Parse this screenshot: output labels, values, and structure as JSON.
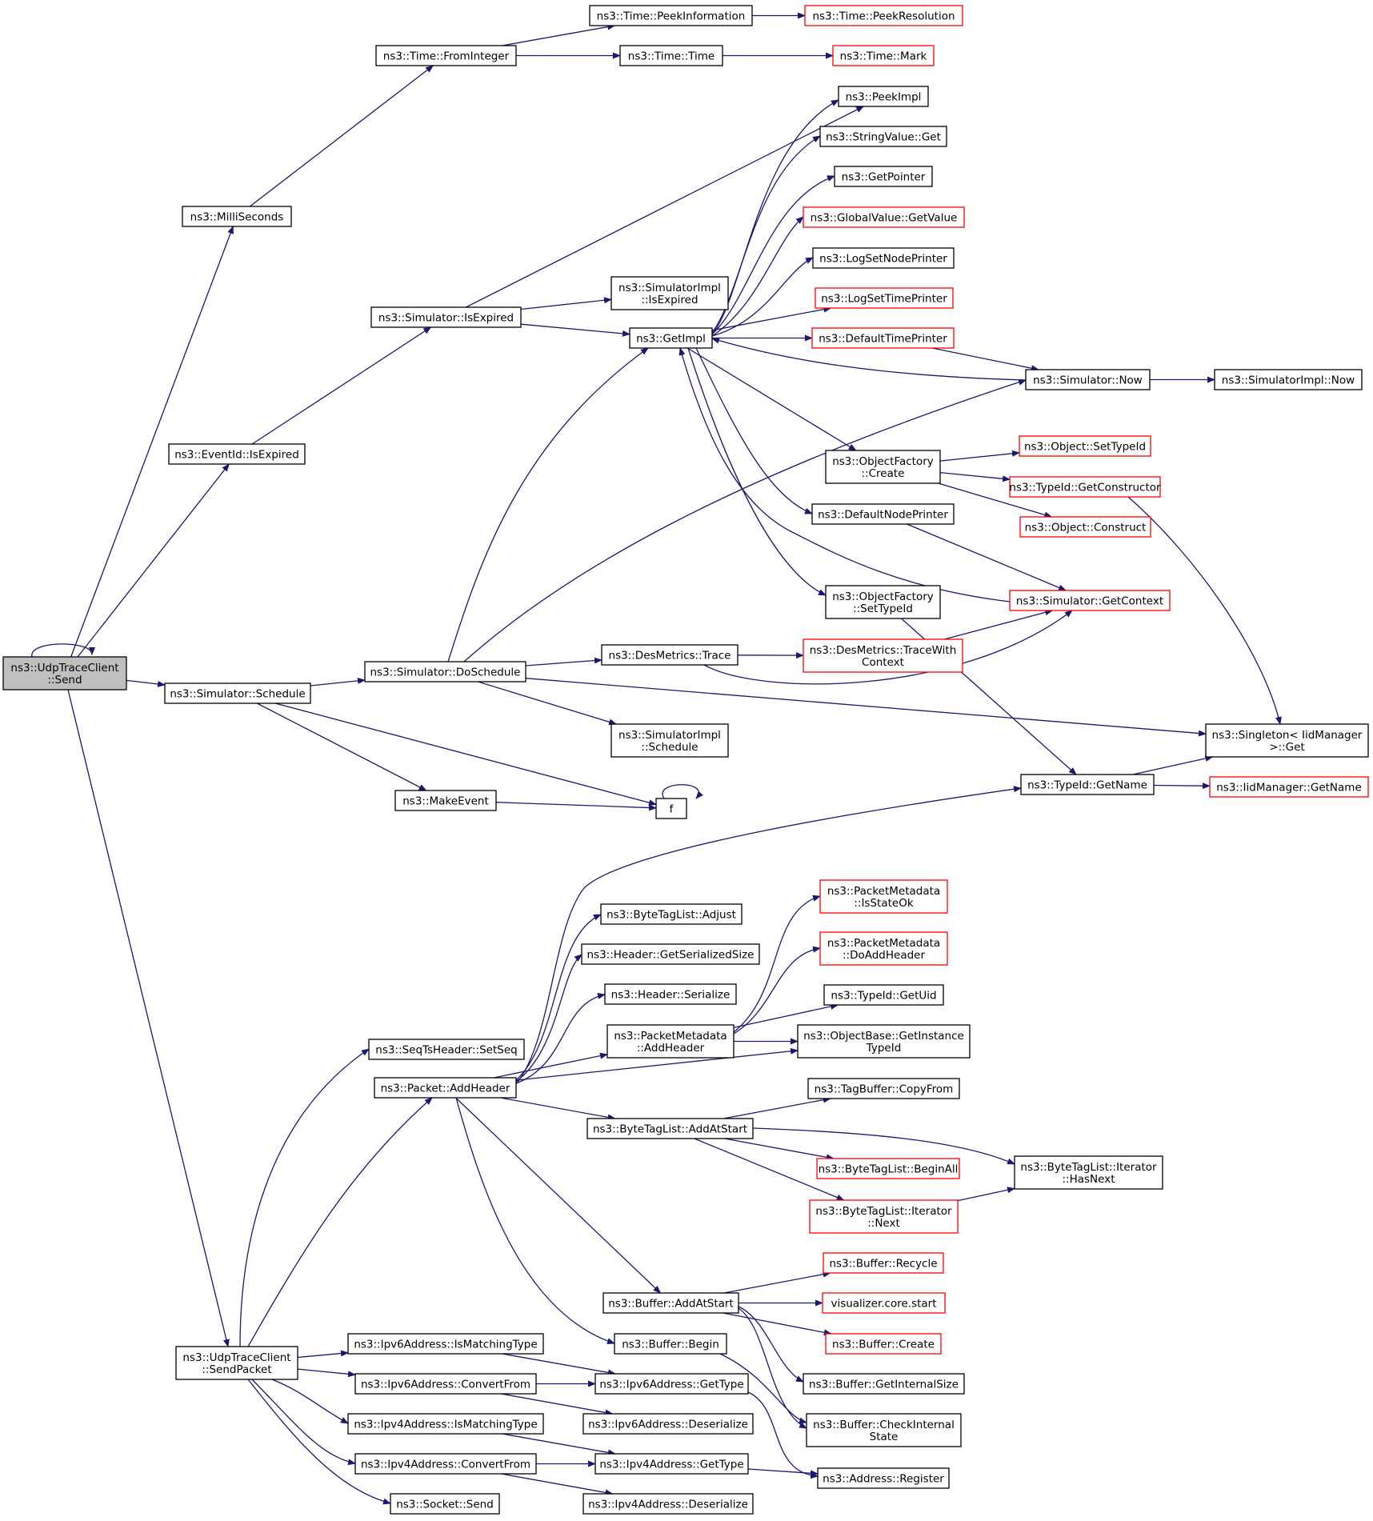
{
  "colors": {
    "edge": "#191970",
    "border_ok": "#000000",
    "border_truncated": "#ff0000",
    "root_fill": "#bfbfbf"
  },
  "nodes": {
    "send": {
      "label": [
        "ns3::UdpTraceClient",
        "::Send"
      ],
      "style": "root"
    },
    "milli": {
      "label": [
        "ns3::MilliSeconds"
      ]
    },
    "eid": {
      "label": [
        "ns3::EventId::IsExpired"
      ]
    },
    "sched": {
      "label": [
        "ns3::Simulator::Schedule"
      ]
    },
    "sendpkt": {
      "label": [
        "ns3::UdpTraceClient",
        "::SendPacket"
      ]
    },
    "fromint": {
      "label": [
        "ns3::Time::FromInteger"
      ]
    },
    "peekinfo": {
      "label": [
        "ns3::Time::PeekInformation"
      ]
    },
    "peekres": {
      "label": [
        "ns3::Time::PeekResolution"
      ],
      "style": "red"
    },
    "timetime": {
      "label": [
        "ns3::Time::Time"
      ]
    },
    "timemark": {
      "label": [
        "ns3::Time::Mark"
      ],
      "style": "red"
    },
    "simexp": {
      "label": [
        "ns3::Simulator::IsExpired"
      ]
    },
    "peekimpl": {
      "label": [
        "ns3::PeekImpl"
      ]
    },
    "siexp": {
      "label": [
        "ns3::SimulatorImpl",
        "::IsExpired"
      ]
    },
    "getimpl": {
      "label": [
        "ns3::GetImpl"
      ]
    },
    "strget": {
      "label": [
        "ns3::StringValue::Get"
      ]
    },
    "getptr": {
      "label": [
        "ns3::GetPointer"
      ]
    },
    "gvget": {
      "label": [
        "ns3::GlobalValue::GetValue"
      ],
      "style": "red"
    },
    "lognode": {
      "label": [
        "ns3::LogSetNodePrinter"
      ]
    },
    "logtime": {
      "label": [
        "ns3::LogSetTimePrinter"
      ],
      "style": "red"
    },
    "deftime": {
      "label": [
        "ns3::DefaultTimePrinter"
      ],
      "style": "red"
    },
    "simnow": {
      "label": [
        "ns3::Simulator::Now"
      ]
    },
    "sinow": {
      "label": [
        "ns3::SimulatorImpl::Now"
      ]
    },
    "ofcreate": {
      "label": [
        "ns3::ObjectFactory",
        "::Create"
      ]
    },
    "objset": {
      "label": [
        "ns3::Object::SetTypeId"
      ],
      "style": "red"
    },
    "getctor": {
      "label": [
        "ns3::TypeId::GetConstructor"
      ],
      "style": "red"
    },
    "objcon": {
      "label": [
        "ns3::Object::Construct"
      ],
      "style": "red"
    },
    "defnode": {
      "label": [
        "ns3::DefaultNodePrinter"
      ]
    },
    "simctx": {
      "label": [
        "ns3::Simulator::GetContext"
      ],
      "style": "red"
    },
    "ofset": {
      "label": [
        "ns3::ObjectFactory",
        "::SetTypeId"
      ]
    },
    "dosched": {
      "label": [
        "ns3::Simulator::DoSchedule"
      ]
    },
    "dmtrace": {
      "label": [
        "ns3::DesMetrics::Trace"
      ]
    },
    "dmctx": {
      "label": [
        "ns3::DesMetrics::TraceWith",
        "Context"
      ],
      "style": "red"
    },
    "sisched": {
      "label": [
        "ns3::SimulatorImpl",
        "::Schedule"
      ]
    },
    "singleton": {
      "label": [
        "ns3::Singleton< IidManager",
        ">::Get"
      ]
    },
    "mkevent": {
      "label": [
        "ns3::MakeEvent"
      ]
    },
    "f": {
      "label": [
        "f"
      ]
    },
    "tidname": {
      "label": [
        "ns3::TypeId::GetName"
      ]
    },
    "iidname": {
      "label": [
        "ns3::IidManager::GetName"
      ],
      "style": "red"
    },
    "btadj": {
      "label": [
        "ns3::ByteTagList::Adjust"
      ]
    },
    "hgss": {
      "label": [
        "ns3::Header::GetSerializedSize"
      ]
    },
    "hser": {
      "label": [
        "ns3::Header::Serialize"
      ]
    },
    "pmok": {
      "label": [
        "ns3::PacketMetadata",
        "::IsStateOk"
      ],
      "style": "red"
    },
    "pmdoadd": {
      "label": [
        "ns3::PacketMetadata",
        "::DoAddHeader"
      ],
      "style": "red"
    },
    "tiduid": {
      "label": [
        "ns3::TypeId::GetUid"
      ]
    },
    "pmadd": {
      "label": [
        "ns3::PacketMetadata",
        "::AddHeader"
      ]
    },
    "obinst": {
      "label": [
        "ns3::ObjectBase::GetInstance",
        "TypeId"
      ]
    },
    "seqset": {
      "label": [
        "ns3::SeqTsHeader::SetSeq"
      ]
    },
    "pktadd": {
      "label": [
        "ns3::Packet::AddHeader"
      ]
    },
    "tbcopy": {
      "label": [
        "ns3::TagBuffer::CopyFrom"
      ]
    },
    "btaas": {
      "label": [
        "ns3::ByteTagList::AddAtStart"
      ]
    },
    "btbegin": {
      "label": [
        "ns3::ByteTagList::BeginAll"
      ],
      "style": "red"
    },
    "btithas": {
      "label": [
        "ns3::ByteTagList::Iterator",
        "::HasNext"
      ]
    },
    "btitnext": {
      "label": [
        "ns3::ByteTagList::Iterator",
        "::Next"
      ],
      "style": "red"
    },
    "bufrec": {
      "label": [
        "ns3::Buffer::Recycle"
      ],
      "style": "red"
    },
    "bufaas": {
      "label": [
        "ns3::Buffer::AddAtStart"
      ]
    },
    "viz": {
      "label": [
        "visualizer.core.start"
      ],
      "style": "red"
    },
    "bufcreate": {
      "label": [
        "ns3::Buffer::Create"
      ],
      "style": "red"
    },
    "bufbegin": {
      "label": [
        "ns3::Buffer::Begin"
      ]
    },
    "bufint": {
      "label": [
        "ns3::Buffer::GetInternalSize"
      ]
    },
    "bufchk": {
      "label": [
        "ns3::Buffer::CheckInternal",
        "State"
      ]
    },
    "v6match": {
      "label": [
        "ns3::Ipv6Address::IsMatchingType"
      ]
    },
    "v6conv": {
      "label": [
        "ns3::Ipv6Address::ConvertFrom"
      ]
    },
    "v6type": {
      "label": [
        "ns3::Ipv6Address::GetType"
      ]
    },
    "v6deser": {
      "label": [
        "ns3::Ipv6Address::Deserialize"
      ]
    },
    "v4match": {
      "label": [
        "ns3::Ipv4Address::IsMatchingType"
      ]
    },
    "v4conv": {
      "label": [
        "ns3::Ipv4Address::ConvertFrom"
      ]
    },
    "v4type": {
      "label": [
        "ns3::Ipv4Address::GetType"
      ]
    },
    "addrreg": {
      "label": [
        "ns3::Address::Register"
      ]
    },
    "v4deser": {
      "label": [
        "ns3::Ipv4Address::Deserialize"
      ]
    },
    "sockets": {
      "label": [
        "ns3::Socket::Send"
      ]
    }
  },
  "edges": [
    [
      "send",
      "send"
    ],
    [
      "send",
      "milli"
    ],
    [
      "send",
      "eid"
    ],
    [
      "send",
      "sched"
    ],
    [
      "send",
      "sendpkt"
    ],
    [
      "milli",
      "fromint"
    ],
    [
      "fromint",
      "peekinfo"
    ],
    [
      "fromint",
      "timetime"
    ],
    [
      "peekinfo",
      "peekres"
    ],
    [
      "timetime",
      "timemark"
    ],
    [
      "eid",
      "simexp"
    ],
    [
      "simexp",
      "peekimpl"
    ],
    [
      "simexp",
      "siexp"
    ],
    [
      "simexp",
      "getimpl"
    ],
    [
      "getimpl",
      "peekimpl"
    ],
    [
      "getimpl",
      "strget"
    ],
    [
      "getimpl",
      "getptr"
    ],
    [
      "getimpl",
      "gvget"
    ],
    [
      "getimpl",
      "lognode"
    ],
    [
      "getimpl",
      "logtime"
    ],
    [
      "getimpl",
      "deftime"
    ],
    [
      "getimpl",
      "ofcreate"
    ],
    [
      "getimpl",
      "defnode"
    ],
    [
      "getimpl",
      "ofset"
    ],
    [
      "deftime",
      "simnow"
    ],
    [
      "simnow",
      "getimpl"
    ],
    [
      "simnow",
      "sinow"
    ],
    [
      "ofcreate",
      "objset"
    ],
    [
      "ofcreate",
      "getctor"
    ],
    [
      "ofcreate",
      "objcon"
    ],
    [
      "getctor",
      "singleton"
    ],
    [
      "defnode",
      "simctx"
    ],
    [
      "simctx",
      "getimpl"
    ],
    [
      "ofset",
      "tidname"
    ],
    [
      "sched",
      "dosched"
    ],
    [
      "sched",
      "mkevent"
    ],
    [
      "sched",
      "f"
    ],
    [
      "dosched",
      "getimpl"
    ],
    [
      "dosched",
      "simnow"
    ],
    [
      "dosched",
      "dmtrace"
    ],
    [
      "dosched",
      "sisched"
    ],
    [
      "dosched",
      "singleton"
    ],
    [
      "dmtrace",
      "dmctx"
    ],
    [
      "dmtrace",
      "simctx"
    ],
    [
      "dmctx",
      "simctx"
    ],
    [
      "mkevent",
      "f"
    ],
    [
      "f",
      "f"
    ],
    [
      "tidname",
      "singleton"
    ],
    [
      "tidname",
      "iidname"
    ],
    [
      "sendpkt",
      "seqset"
    ],
    [
      "sendpkt",
      "pktadd"
    ],
    [
      "sendpkt",
      "v6match"
    ],
    [
      "sendpkt",
      "v6conv"
    ],
    [
      "sendpkt",
      "v4match"
    ],
    [
      "sendpkt",
      "v4conv"
    ],
    [
      "sendpkt",
      "sockets"
    ],
    [
      "pktadd",
      "tidname"
    ],
    [
      "pktadd",
      "btadj"
    ],
    [
      "pktadd",
      "hgss"
    ],
    [
      "pktadd",
      "hser"
    ],
    [
      "pktadd",
      "pmadd"
    ],
    [
      "pktadd",
      "obinst"
    ],
    [
      "pktadd",
      "btaas"
    ],
    [
      "pktadd",
      "bufaas"
    ],
    [
      "pktadd",
      "bufbegin"
    ],
    [
      "pmadd",
      "pmok"
    ],
    [
      "pmadd",
      "pmdoadd"
    ],
    [
      "pmadd",
      "tiduid"
    ],
    [
      "pmadd",
      "obinst"
    ],
    [
      "btaas",
      "tbcopy"
    ],
    [
      "btaas",
      "btbegin"
    ],
    [
      "btaas",
      "btithas"
    ],
    [
      "btaas",
      "btitnext"
    ],
    [
      "btitnext",
      "btithas"
    ],
    [
      "bufaas",
      "bufrec"
    ],
    [
      "bufaas",
      "viz"
    ],
    [
      "bufaas",
      "bufcreate"
    ],
    [
      "bufaas",
      "bufint"
    ],
    [
      "bufaas",
      "bufchk"
    ],
    [
      "bufbegin",
      "bufchk"
    ],
    [
      "v6match",
      "v6type"
    ],
    [
      "v6conv",
      "v6type"
    ],
    [
      "v6conv",
      "v6deser"
    ],
    [
      "v6type",
      "addrreg"
    ],
    [
      "v4match",
      "v4type"
    ],
    [
      "v4conv",
      "v4type"
    ],
    [
      "v4conv",
      "v4deser"
    ],
    [
      "v4type",
      "addrreg"
    ]
  ]
}
